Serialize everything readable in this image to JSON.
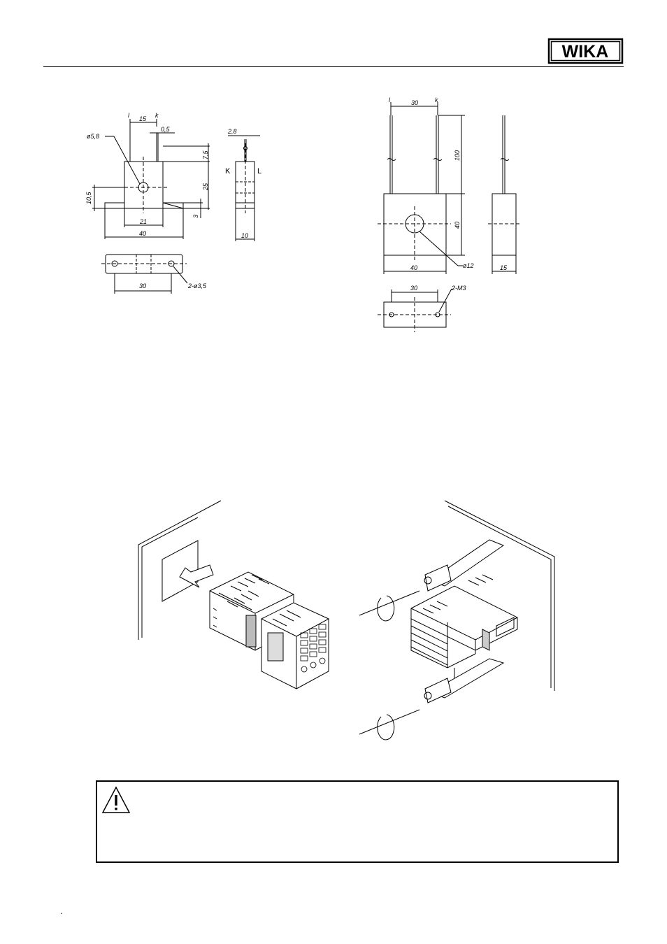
{
  "header": {
    "logo_text": "WIKA"
  },
  "drawing_left": {
    "label_l": "l",
    "label_k": "k",
    "hole_dia": "ø5,8",
    "dim_15": "15",
    "dim_05": "0,5",
    "dim_28": "2,8",
    "dim_75": "7,5",
    "dim_25": "25",
    "dim_105": "10,5",
    "dim_3": "3",
    "dim_21": "21",
    "dim_40": "40",
    "dim_10": "10",
    "side_k": "K",
    "side_l": "L",
    "dim_30": "30",
    "holes": "2-ø3,5"
  },
  "drawing_right": {
    "label_l": "l",
    "label_k": "k",
    "dim_30": "30",
    "dim_100": "100",
    "dim_40h": "40",
    "dim_40w": "40",
    "hole_dia": "ø12",
    "dim_15": "15",
    "dim_30b": "30",
    "threads": "2-M3"
  },
  "warning": {
    "icon": "warning-triangle-icon"
  },
  "footer": {
    "mark": "."
  }
}
